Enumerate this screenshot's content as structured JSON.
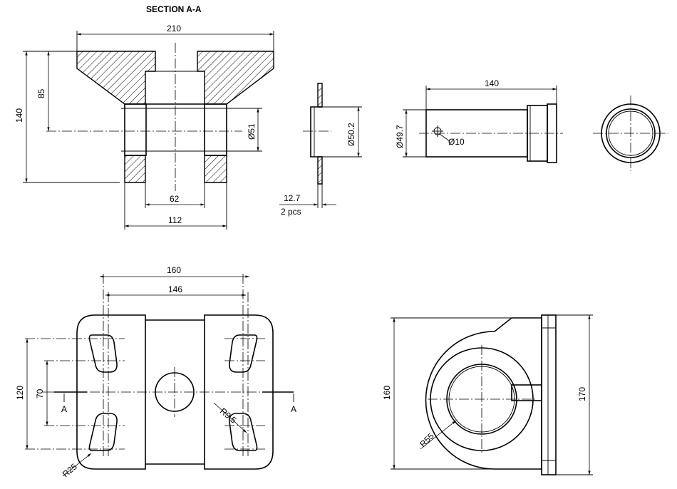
{
  "title": "SECTION A-A",
  "section_view": {
    "dim_210": "210",
    "dim_140": "140",
    "dim_85": "85",
    "dim_dia51": "Ø51",
    "dim_62": "62",
    "dim_112": "112"
  },
  "washer_view": {
    "dim_dia50_2": "Ø50.2",
    "dim_12_7": "12.7",
    "qty": "2 pcs"
  },
  "pin_view": {
    "dim_140": "140",
    "dim_dia49_7": "Ø49.7",
    "dim_dia10": "Ø10"
  },
  "plan_view": {
    "dim_160": "160",
    "dim_146": "146",
    "dim_120": "120",
    "dim_70": "70",
    "section_mark_left": "A",
    "section_mark_right": "A",
    "dim_r9_5": "R9.5",
    "dim_r25": "R25"
  },
  "side_view": {
    "dim_160": "160",
    "dim_170": "170",
    "dim_r55": "R55"
  }
}
